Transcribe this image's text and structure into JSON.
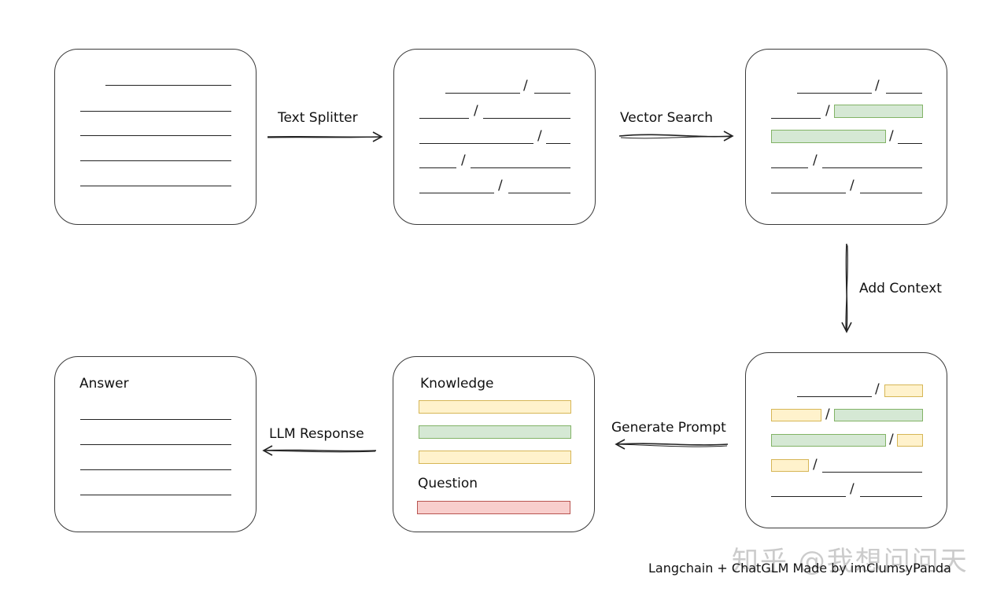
{
  "edges": {
    "text_splitter": "Text Splitter",
    "vector_search": "Vector Search",
    "add_context": "Add Context",
    "generate_prompt": "Generate Prompt",
    "llm_response": "LLM Response"
  },
  "boxes": {
    "prompt": {
      "knowledge_label": "Knowledge",
      "question_label": "Question"
    },
    "answer": {
      "title": "Answer"
    }
  },
  "separator": "/",
  "footer": "Langchain + ChatGLM Made by imClumsyPanda",
  "watermark": "知乎 @我想问问天",
  "colors": {
    "green_fill": "#d5e8d4",
    "green_stroke": "#82b366",
    "yellow_fill": "#fff2cc",
    "yellow_stroke": "#d6b656",
    "red_fill": "#f8cecc",
    "red_stroke": "#b85450"
  }
}
